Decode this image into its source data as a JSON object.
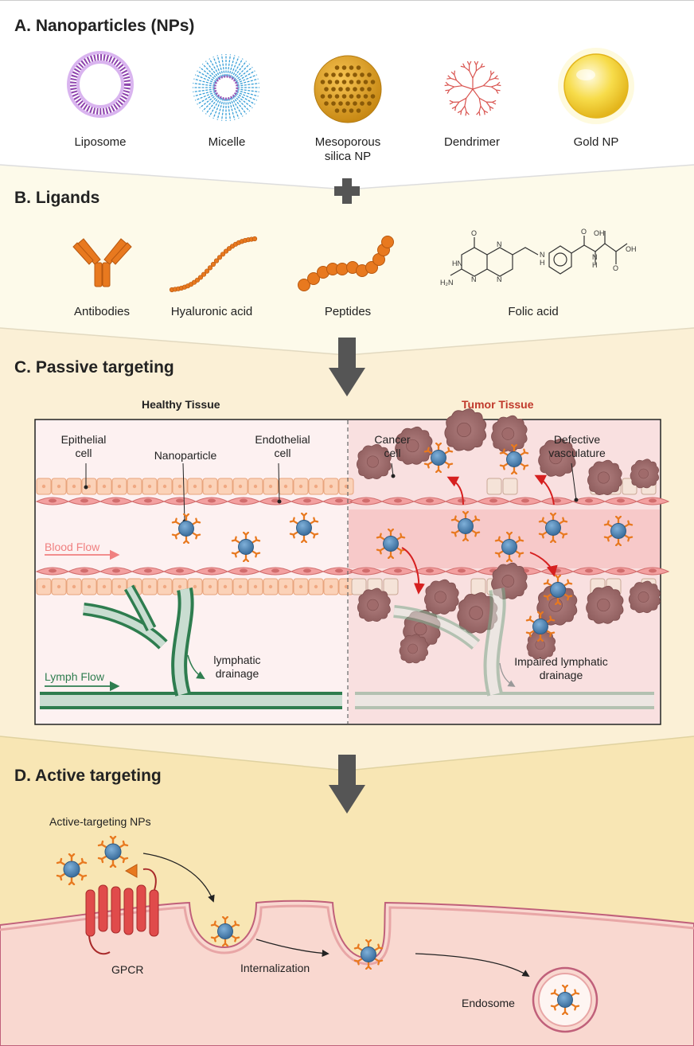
{
  "sections": {
    "a_title": "A. Nanoparticles (NPs)",
    "b_title": "B. Ligands",
    "c_title": "C. Passive targeting",
    "d_title": "D. Active targeting"
  },
  "nanoparticles": [
    {
      "label": "Liposome"
    },
    {
      "label": "Micelle"
    },
    {
      "label": "Mesoporous\nsilica NP"
    },
    {
      "label": "Dendrimer"
    },
    {
      "label": "Gold NP"
    }
  ],
  "ligands": [
    {
      "label": "Antibodies"
    },
    {
      "label": "Hyaluronic acid"
    },
    {
      "label": "Peptides"
    },
    {
      "label": "Folic acid"
    }
  ],
  "folic_acid_atoms": {
    "oh1": "OH",
    "oh2": "OH",
    "n": "N",
    "h": "H",
    "o1": "O",
    "o2": "O",
    "o3": "O",
    "hn": "HN",
    "h2n": "H₂N",
    "n_ring1": "N",
    "n_ring2": "N",
    "n_ring3": "N",
    "nh_link": "N",
    "h_link": "H"
  },
  "passive": {
    "healthy_title": "Healthy Tissue",
    "tumor_title": "Tumor Tissue",
    "epithelial": "Epithelial\ncell",
    "nanoparticle": "Nanoparticle",
    "endothelial": "Endothelial\ncell",
    "blood_flow": "Blood Flow",
    "lymph_flow": "Lymph Flow",
    "lymphatic_drainage": "lymphatic\ndrainage",
    "cancer_cell": "Cancer\ncell",
    "defective_vasculature": "Defective\nvasculature",
    "impaired_drainage": "Impaired lymphatic\ndrainage"
  },
  "active": {
    "nps_label": "Active-targeting NPs",
    "gpcr": "GPCR",
    "internalization": "Internalization",
    "endosome": "Endosome"
  },
  "colors": {
    "liposome": "#9b59b6",
    "micelle": "#3aa0d8",
    "silica": "#e6a623",
    "dendrimer": "#d9534f",
    "gold": "#f4d03f",
    "ligand_orange": "#e8791f",
    "np_blue": "#4a7fb0",
    "lymph_green": "#2e7d4f",
    "tumor_red": "#c0392b"
  }
}
